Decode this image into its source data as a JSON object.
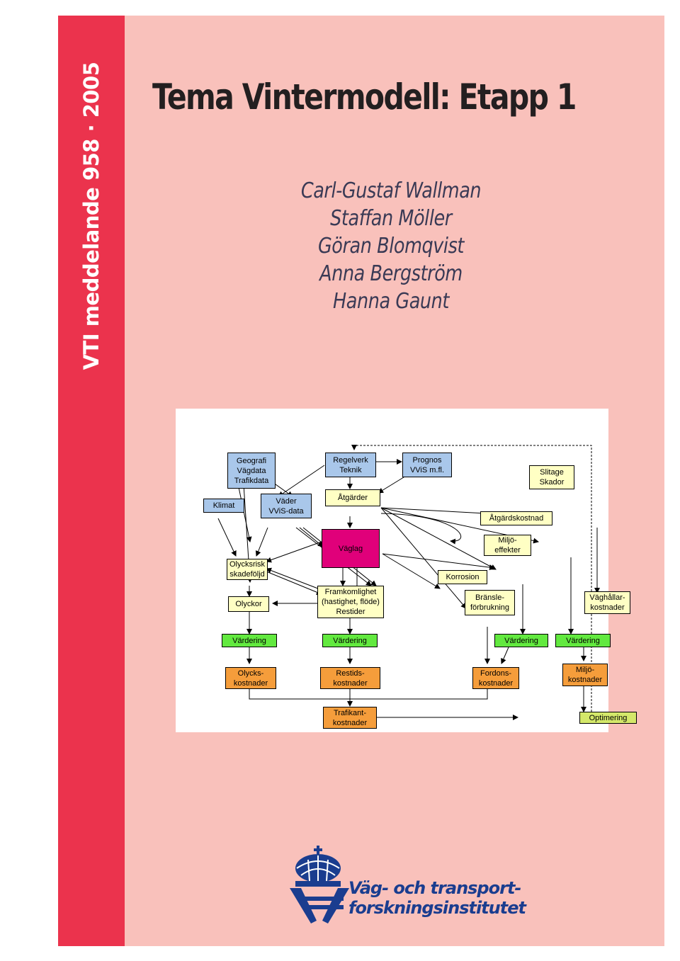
{
  "series_label": "VTI meddelande 958 · 2005",
  "title": "Tema Vintermodell: Etapp 1",
  "authors": [
    "Carl-Gustaf Wallman",
    "Staffan Möller",
    "Göran Blomqvist",
    "Anna Bergström",
    "Hanna Gaunt"
  ],
  "diagram": {
    "geografi": [
      "Geografi",
      "Vägdata",
      "Trafikdata"
    ],
    "regelverk": [
      "Regelverk",
      "Teknik"
    ],
    "prognos": [
      "Prognos",
      "VViS m.fl."
    ],
    "slitage": [
      "Slitage",
      "Skador"
    ],
    "klimat": "Klimat",
    "vader": [
      "Väder",
      "VViS-data"
    ],
    "atgarder": "Åtgärder",
    "atgardskostnad": "Åtgärdskostnad",
    "vaglag": "Väglag",
    "miljoeffekter": [
      "Miljö-",
      "effekter"
    ],
    "olycksrisk": [
      "Olycksrisk",
      "skadeföljd"
    ],
    "korrosion": "Korrosion",
    "olyckor": "Olyckor",
    "framkomlighet": [
      "Framkomlighet",
      "(hastighet, flöde)",
      "Restider"
    ],
    "bransle": [
      "Bränsle-",
      "förbrukning"
    ],
    "vaghallar": [
      "Väghållar-",
      "kostnader"
    ],
    "vardering": "Värdering",
    "olyckskostnader": [
      "Olycks-",
      "kostnader"
    ],
    "restidskostnader": [
      "Restids-",
      "kostnader"
    ],
    "fordonskostnader": [
      "Fordons-",
      "kostnader"
    ],
    "miljokostnader": [
      "Miljö-",
      "kostnader"
    ],
    "trafikantkostnader": [
      "Trafikant-",
      "kostnader"
    ],
    "optimering": "Optimering"
  },
  "logo": {
    "line1": "Väg- och transport-",
    "line2": "forskningsinstitutet",
    "colors": {
      "blue": "#1a3d8f"
    }
  },
  "colors": {
    "spine": "#eb334d",
    "cover": "#f9c1bb",
    "box_blue": "#a9c7ea",
    "box_yellow": "#ffffc4",
    "box_green": "#62e93f",
    "box_orange": "#f59d3b",
    "box_pink": "#e0007a",
    "box_lime": "#d4e86a"
  }
}
